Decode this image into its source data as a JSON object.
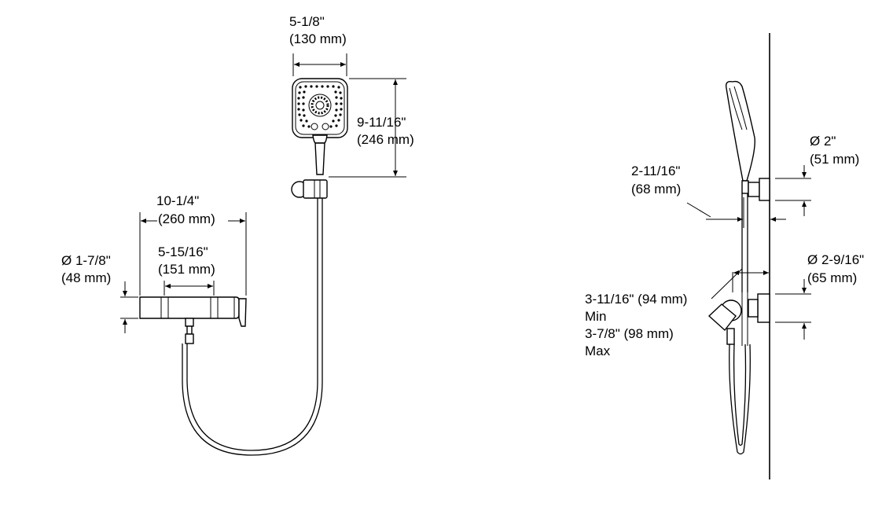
{
  "front_view": {
    "head_width": {
      "imperial": "5-1/8\"",
      "metric": "(130 mm)"
    },
    "head_height": {
      "imperial": "9-11/16\"",
      "metric": "(246 mm)"
    },
    "valve_length": {
      "imperial": "10-1/4\"",
      "metric": "(260 mm)"
    },
    "valve_centers": {
      "imperial": "5-15/16\"",
      "metric": "(151 mm)"
    },
    "valve_diameter": {
      "imperial": "Ø 1-7/8\"",
      "metric": "(48 mm)"
    }
  },
  "side_view": {
    "holder_diameter": {
      "imperial": "Ø 2\"",
      "metric": "(51 mm)"
    },
    "holder_projection": {
      "imperial": "2-11/16\"",
      "metric": "(68 mm)"
    },
    "valve_flange_diameter": {
      "imperial": "Ø 2-9/16\"",
      "metric": "(65 mm)"
    },
    "valve_projection": {
      "min_value": "3-11/16\" (94 mm)",
      "min_label": "Min",
      "max_value": "3-7/8\" (98 mm)",
      "max_label": "Max"
    }
  }
}
